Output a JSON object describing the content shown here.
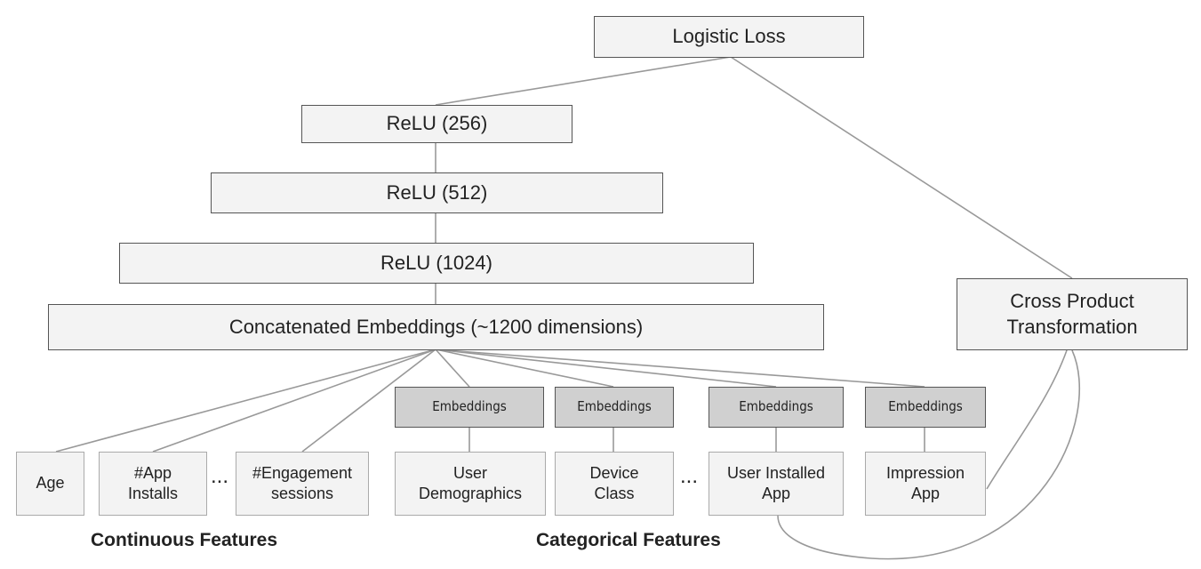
{
  "nodes": {
    "logistic_loss": "Logistic Loss",
    "relu_256": "ReLU (256)",
    "relu_512": "ReLU (512)",
    "relu_1024": "ReLU (1024)",
    "concat": "Concatenated Embeddings (~1200 dimensions)",
    "cross_product": "Cross Product\nTransformation",
    "embeddings": [
      "Embeddings",
      "Embeddings",
      "Embeddings",
      "Embeddings"
    ],
    "continuous": {
      "age": "Age",
      "app_installs": "#App\nInstalls",
      "engagement": "#Engagement\nsessions"
    },
    "categorical": {
      "user_demographics": "User\nDemographics",
      "device_class": "Device\nClass",
      "user_installed_app": "User Installed\nApp",
      "impression_app": "Impression\nApp"
    },
    "ellipsis": "..."
  },
  "labels": {
    "continuous_features": "Continuous Features",
    "categorical_features": "Categorical Features"
  },
  "colors": {
    "layer_fill": "#f3f3f3",
    "embedding_fill": "#d0d0d0",
    "edge": "#999999"
  }
}
